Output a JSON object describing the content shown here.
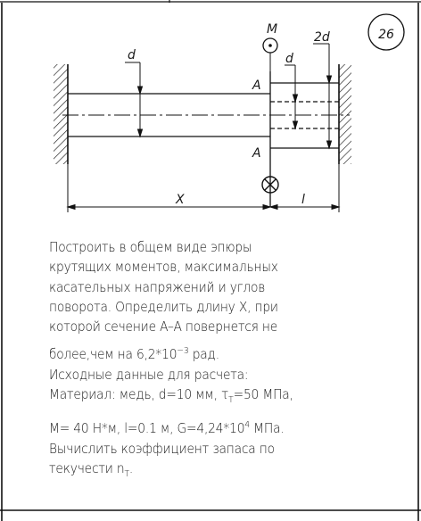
{
  "problem_number": "26",
  "labels": {
    "moment": "M",
    "section_upper": "A",
    "section_lower": "A",
    "diameter_left": "d",
    "diameter_inner": "d",
    "diameter_outer": "2d",
    "length_x": "X",
    "length_l": "l"
  },
  "text": {
    "line1": "Построить в общем виде эпюры",
    "line2": "крутящих моментов, максимальных",
    "line3": "касательных напряжений и углов",
    "line4": "поворота. Определить длину X, при",
    "line5": "которой сечение A–A повернется не",
    "line6a": "более,чем на 6,2*10",
    "line6exp": "−3",
    "line6b": " рад.",
    "line7": "Исходные данные для расчета:",
    "line8a": "Материал: медь, d=10 мм, τ",
    "line8sub": "T",
    "line8b": "=50 МПа,",
    "line9a": "M= 40 Н*м, l=0.1 м, G=4,24*10",
    "line9exp": "4",
    "line9b": " МПа.",
    "line10": "Вычислить коэффициент запаса по",
    "line11a": "текучести n",
    "line11sub": "T",
    "line11b": "."
  }
}
